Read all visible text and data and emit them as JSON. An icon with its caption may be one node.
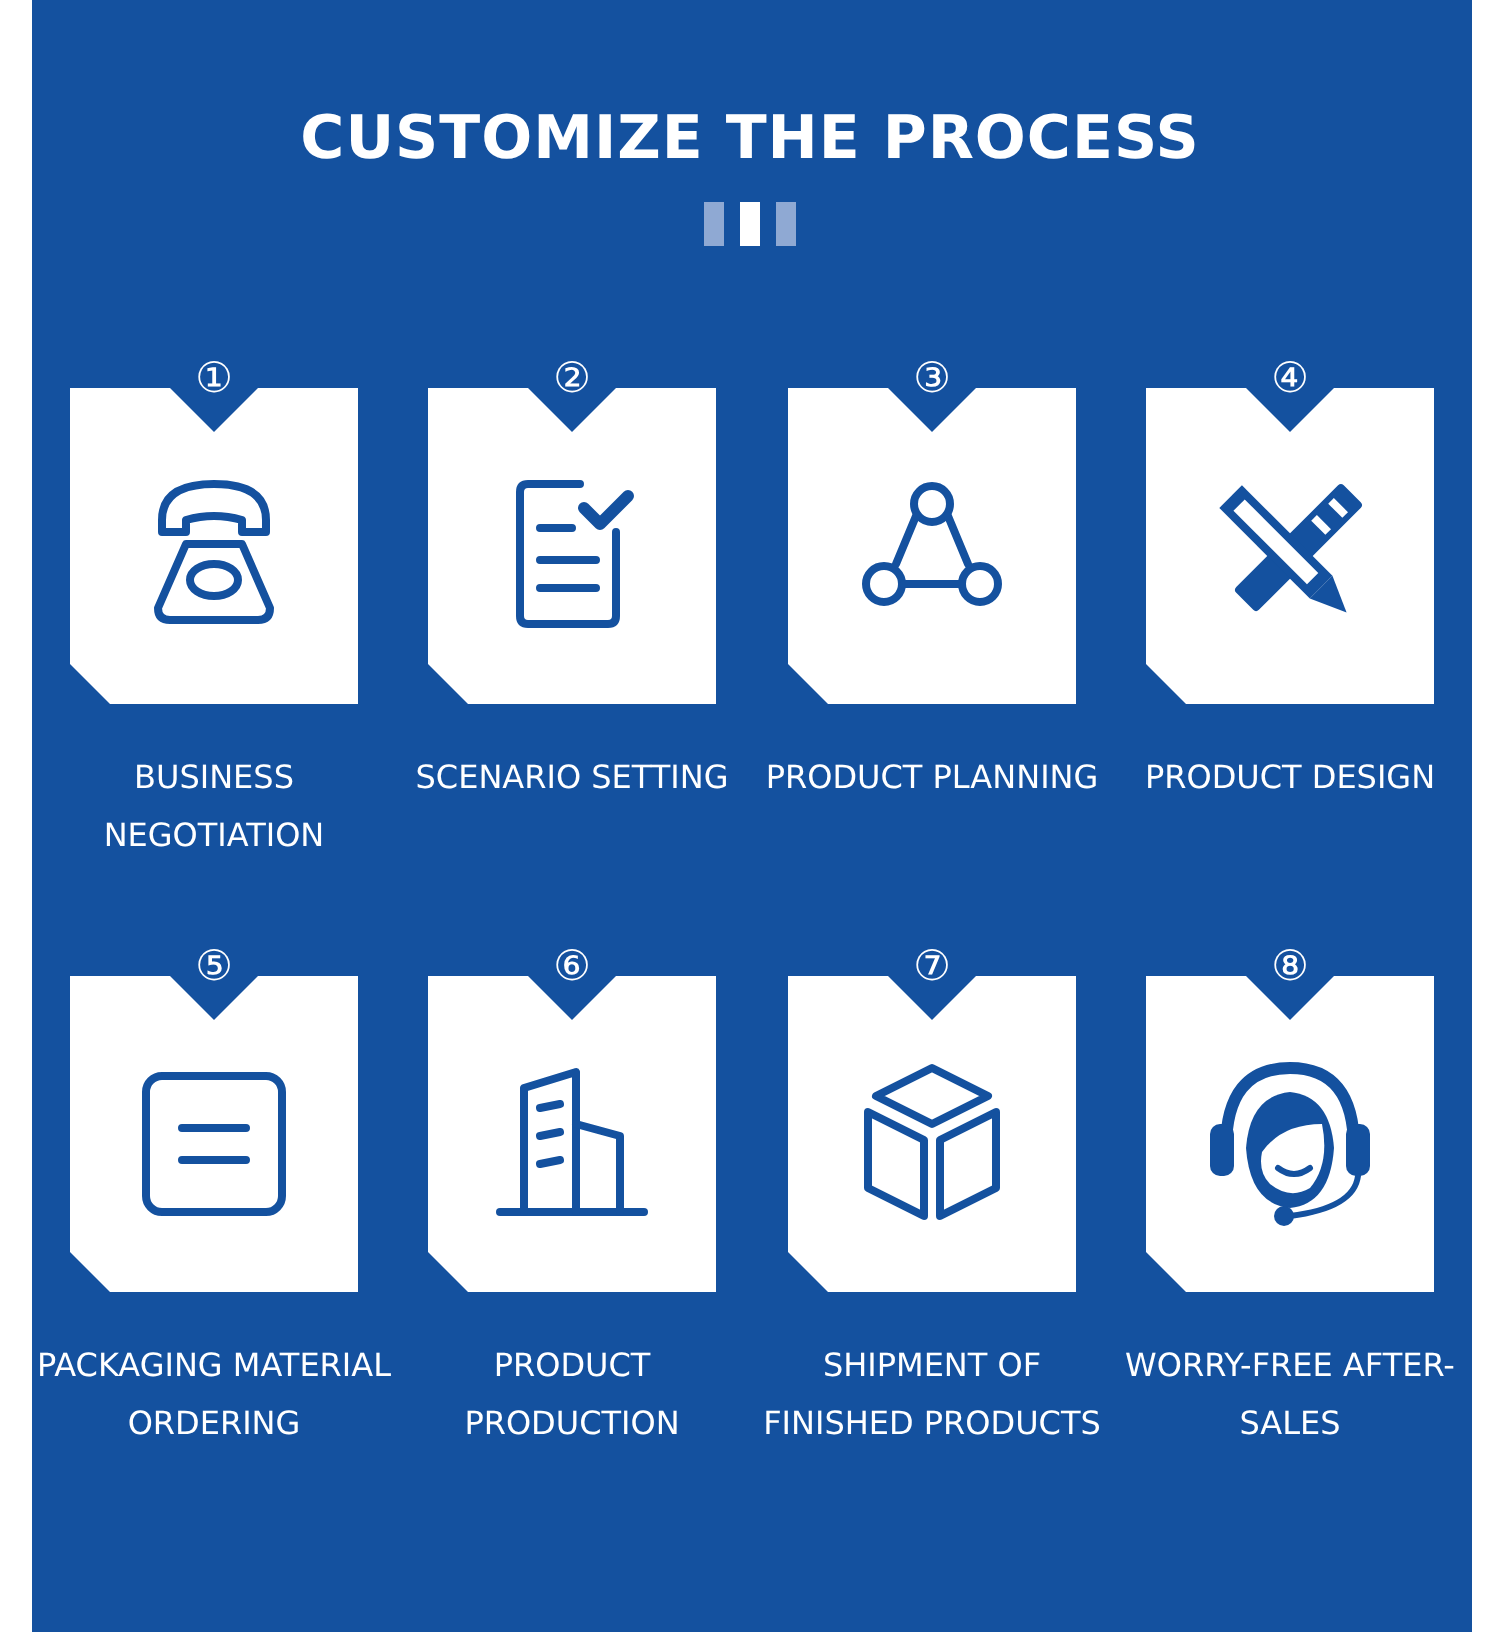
{
  "diagram": {
    "title": "CUSTOMIZE THE PROCESS",
    "nodes": [
      {
        "text": [
          "①",
          "BUSINESS NEGOTIATION"
        ]
      },
      {
        "text": [
          "②",
          "SCENARIO SETTING"
        ]
      },
      {
        "text": [
          "③",
          "PRODUCT PLANNING"
        ]
      },
      {
        "text": [
          "④",
          "PRODUCT DESIGN"
        ]
      },
      {
        "text": [
          "⑤",
          "PACKAGING MATERIAL ORDERING"
        ]
      },
      {
        "text": [
          "⑥",
          "PRODUCT PRODUCTION"
        ]
      },
      {
        "text": [
          "⑦",
          "SHIPMENT OF FINISHED PRODUCTS"
        ]
      },
      {
        "text": [
          "⑧",
          "WORRY-FREE AFTER-SALES"
        ]
      }
    ]
  }
}
